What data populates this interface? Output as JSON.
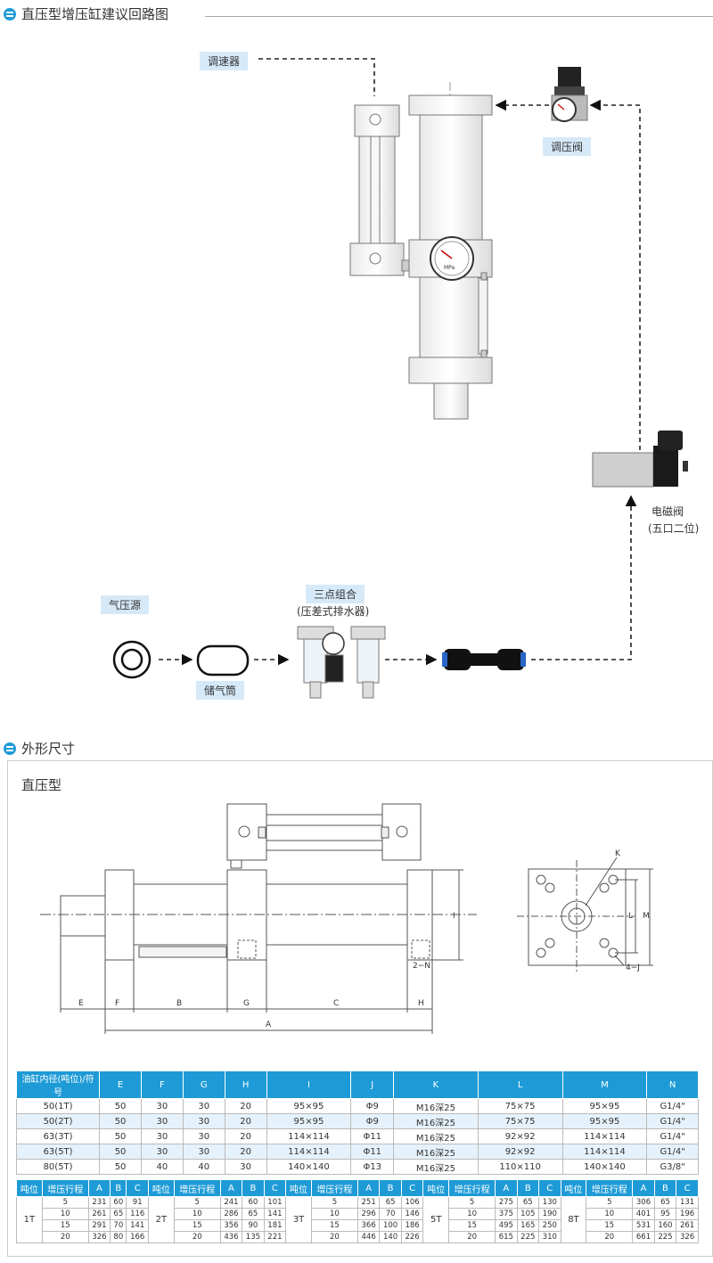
{
  "section1": {
    "title": "直压型增压缸建议回路图"
  },
  "section2": {
    "title": "外形尺寸",
    "subtitle": "直压型"
  },
  "labels": {
    "speed_regulator": "调速器",
    "pressure_valve": "调压阀",
    "solenoid_valve": "电磁阀",
    "solenoid_valve_sub": "(五口二位)",
    "air_source": "气压源",
    "tank": "储气筒",
    "frl": "三点组合",
    "frl_sub": "(压差式排水器)",
    "gauge_unit": "MPa"
  },
  "dims": {
    "E": "E",
    "F": "F",
    "B": "B",
    "G": "G",
    "C": "C",
    "H": "H",
    "A": "A",
    "I": "I",
    "N": "2−N",
    "K": "K",
    "L": "L",
    "M": "M",
    "J": "4−J"
  },
  "table1": {
    "headers": [
      "油缸内径(吨位)/符号",
      "E",
      "F",
      "G",
      "H",
      "I",
      "J",
      "K",
      "L",
      "M",
      "N"
    ],
    "rows": [
      [
        "50(1T)",
        "50",
        "30",
        "30",
        "20",
        "95×95",
        "Φ9",
        "M16深25",
        "75×75",
        "95×95",
        "G1/4\""
      ],
      [
        "50(2T)",
        "50",
        "30",
        "30",
        "20",
        "95×95",
        "Φ9",
        "M16深25",
        "75×75",
        "95×95",
        "G1/4\""
      ],
      [
        "63(3T)",
        "50",
        "30",
        "30",
        "20",
        "114×114",
        "Φ11",
        "M16深25",
        "92×92",
        "114×114",
        "G1/4\""
      ],
      [
        "63(5T)",
        "50",
        "30",
        "30",
        "20",
        "114×114",
        "Φ11",
        "M16深25",
        "92×92",
        "114×114",
        "G1/4\""
      ],
      [
        "80(5T)",
        "50",
        "40",
        "40",
        "30",
        "140×140",
        "Φ13",
        "M16深25",
        "110×110",
        "140×140",
        "G3/8\""
      ]
    ]
  },
  "table2": {
    "headers": [
      "吨位",
      "增压行程",
      "A",
      "B",
      "C"
    ],
    "groups": [
      {
        "tonnage": "1T",
        "rows": [
          [
            "5",
            "231",
            "60",
            "91"
          ],
          [
            "10",
            "261",
            "65",
            "116"
          ],
          [
            "15",
            "291",
            "70",
            "141"
          ],
          [
            "20",
            "326",
            "80",
            "166"
          ]
        ]
      },
      {
        "tonnage": "2T",
        "rows": [
          [
            "5",
            "241",
            "60",
            "101"
          ],
          [
            "10",
            "286",
            "65",
            "141"
          ],
          [
            "15",
            "356",
            "90",
            "181"
          ],
          [
            "20",
            "436",
            "135",
            "221"
          ]
        ]
      },
      {
        "tonnage": "3T",
        "rows": [
          [
            "5",
            "251",
            "65",
            "106"
          ],
          [
            "10",
            "296",
            "70",
            "146"
          ],
          [
            "15",
            "366",
            "100",
            "186"
          ],
          [
            "20",
            "446",
            "140",
            "226"
          ]
        ]
      },
      {
        "tonnage": "5T",
        "rows": [
          [
            "5",
            "275",
            "65",
            "130"
          ],
          [
            "10",
            "375",
            "105",
            "190"
          ],
          [
            "15",
            "495",
            "165",
            "250"
          ],
          [
            "20",
            "615",
            "225",
            "310"
          ]
        ]
      },
      {
        "tonnage": "8T",
        "rows": [
          [
            "5",
            "306",
            "65",
            "131"
          ],
          [
            "10",
            "401",
            "95",
            "196"
          ],
          [
            "15",
            "531",
            "160",
            "261"
          ],
          [
            "20",
            "661",
            "225",
            "326"
          ]
        ]
      }
    ]
  }
}
